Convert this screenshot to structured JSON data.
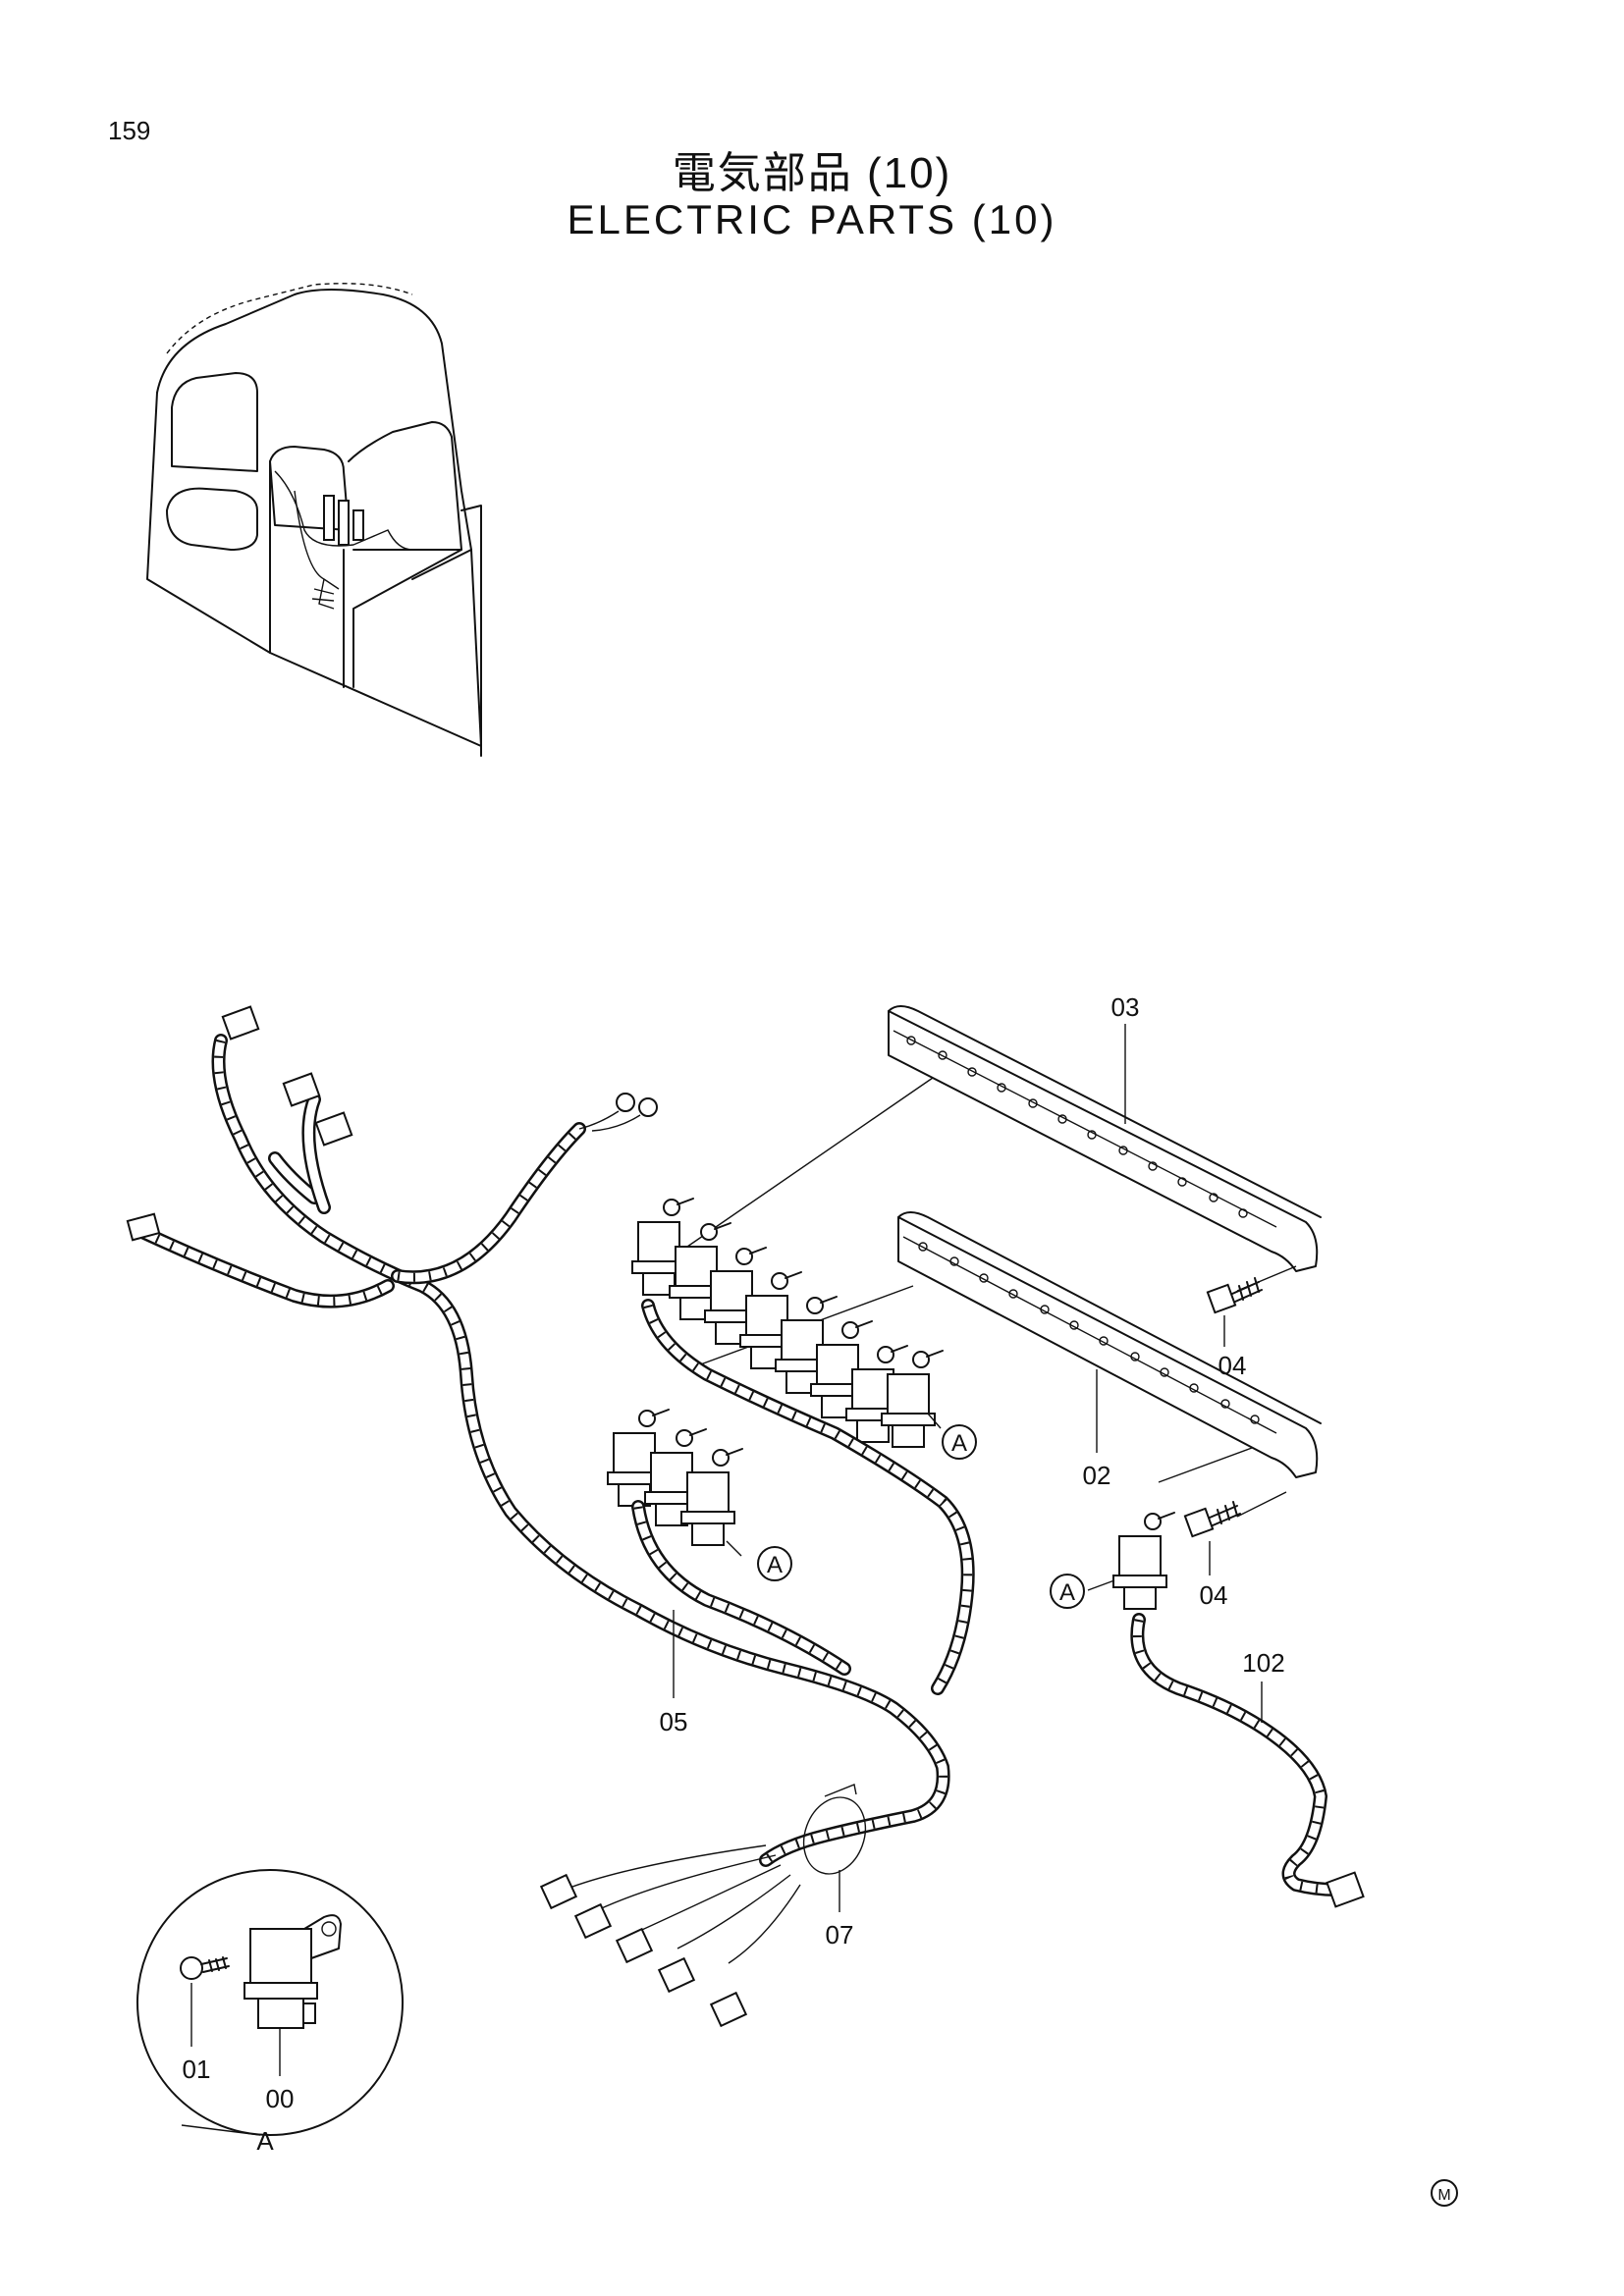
{
  "page": {
    "number": "159"
  },
  "title": {
    "japanese": "電気部品 (10)",
    "english": "ELECTRIC PARTS (10)"
  },
  "labels": {
    "p00": "00",
    "p01": "01",
    "p02": "02",
    "p03": "03",
    "p04a": "04",
    "p04b": "04",
    "p05": "05",
    "p07": "07",
    "p102": "102",
    "detail": "A"
  },
  "callouts": {
    "a1": "A",
    "a2": "A",
    "a3": "A"
  },
  "mark": "M"
}
